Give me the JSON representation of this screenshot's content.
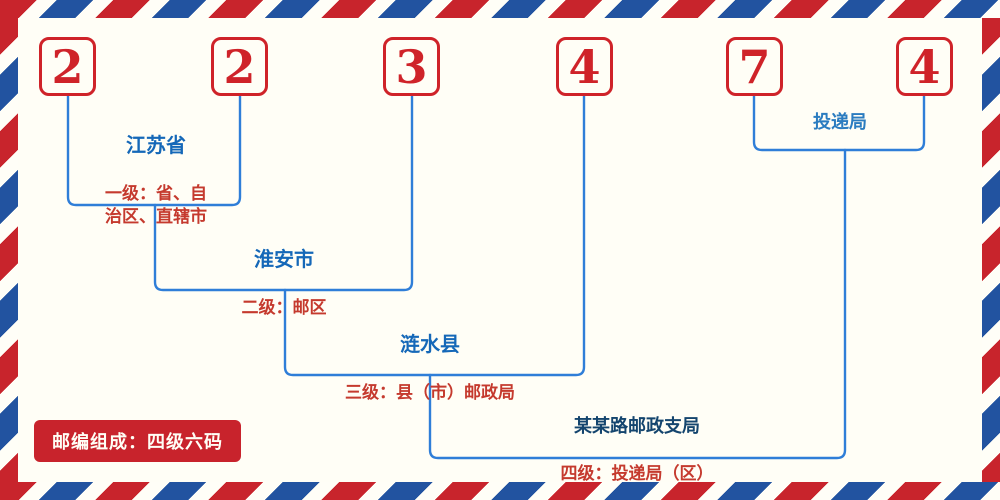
{
  "postal_code": {
    "digits": [
      "2",
      "2",
      "3",
      "4",
      "7",
      "4"
    ]
  },
  "levels": [
    {
      "name": "江苏省",
      "desc": "一级：省、自\n治区、直辖市"
    },
    {
      "name": "淮安市",
      "desc": "二级：邮区"
    },
    {
      "name": "涟水县",
      "desc": "三级：县（市）邮政局"
    },
    {
      "name": "某某路邮政支局",
      "desc": "四级：投递局（区）"
    }
  ],
  "delivery_office_label": "投递局",
  "footer_badge": "邮编组成：四级六码",
  "colors": {
    "border_red": "#c8242c",
    "border_blue": "#2253a0",
    "digit_red": "#cf2329",
    "line_blue": "#2f7ed8",
    "name_blue": "#1568b8",
    "desc_red": "#c53a2e",
    "badge_bg": "#c8232c",
    "background": "#fffef6"
  }
}
